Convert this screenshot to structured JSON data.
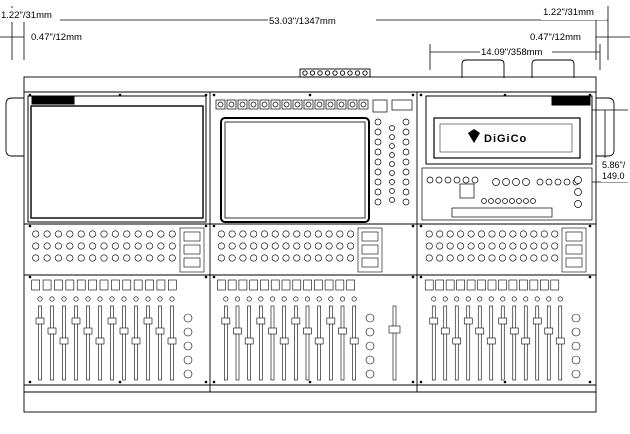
{
  "dimensions": {
    "left_edge_top": "1.22\"/31mm",
    "overall_width": "53.03\"/1347mm",
    "right_edge_top": "1.22\"/31mm",
    "left_inset": "0.47\"/12mm",
    "right_inset": "0.47\"/12mm",
    "handle_span": "14.09\"/358mm",
    "height_line1": "5.86\"/",
    "height_line2": "149.0"
  },
  "brand": {
    "logo_text": "DiGiCo"
  },
  "console": {
    "bays": 3,
    "faders_per_bay": 12,
    "colors": {
      "stroke": "#000000",
      "panel": "#ffffff",
      "screen": "#ffffff"
    }
  }
}
